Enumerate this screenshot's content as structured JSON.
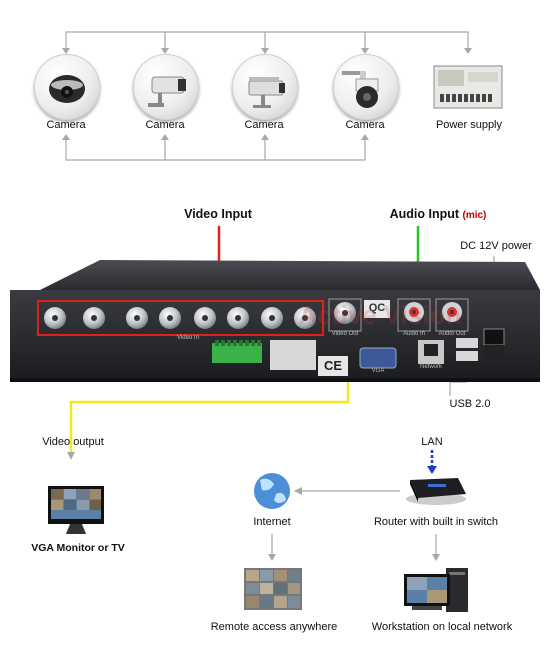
{
  "devices": {
    "cameras": [
      "Camera",
      "Camera",
      "Camera",
      "Camera"
    ],
    "power_supply": "Power supply"
  },
  "inputs": {
    "video_input": "Video Input",
    "audio_input": "Audio Input",
    "audio_input_tag": "(mic)",
    "dc_power": "DC 12V power"
  },
  "dvr_panel": {
    "video_in": "Video In",
    "video_out": "Video Out",
    "vga": "VGA",
    "audio_in": "Audio In",
    "audio_out": "Audio Out",
    "network": "Network",
    "qc": "QC",
    "ce": "CE",
    "watermark": "Active Vision"
  },
  "outputs": {
    "usb": "USB 2.0",
    "lan": "LAN",
    "video_output": "Video output",
    "vga_monitor": "VGA Monitor or TV",
    "internet": "Internet",
    "router": "Router with built in switch",
    "remote_access": "Remote access anywhere",
    "workstation": "Workstation on local network"
  },
  "colors": {
    "video_line": "#e0201a",
    "audio_line": "#27c427",
    "video_out_line": "#f2ea1c",
    "lan_line": "#1a3ccf",
    "connector_line": "#a8a8a8"
  }
}
